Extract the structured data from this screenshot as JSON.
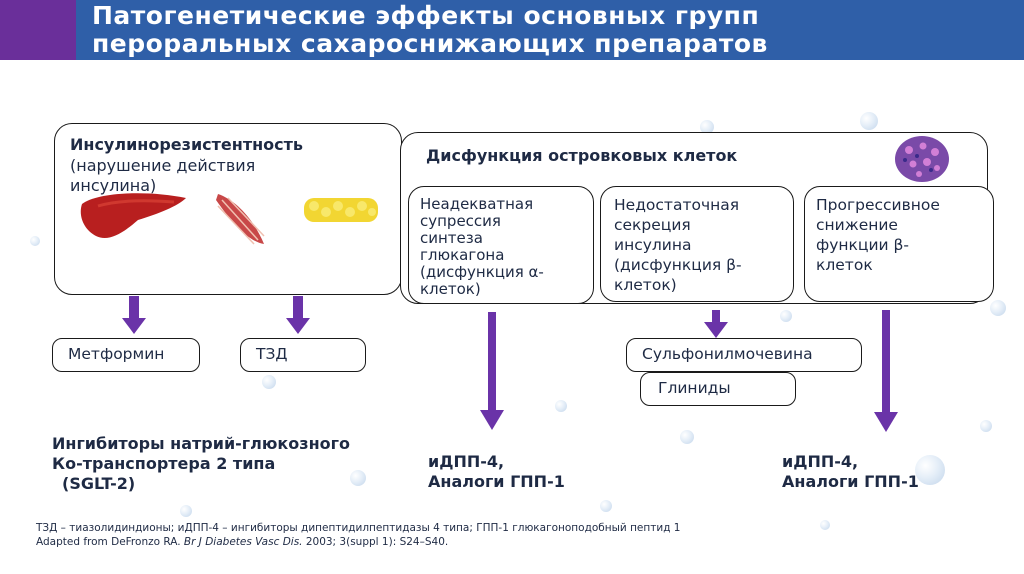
{
  "title": {
    "line1": "Патогенетические эффекты основных групп",
    "line2": "пероральных сахароснижающих препаратов"
  },
  "insulin_box": {
    "line1": "Инсулинорезистентность",
    "line2": "(нарушение действия",
    "line3": "инсулина)",
    "icons": [
      "liver-icon",
      "muscle-icon",
      "fat-tissue-icon"
    ]
  },
  "islet_box": {
    "title": "Дисфункция островковых клеток",
    "icon": "islet-cell-icon"
  },
  "alpha_box": {
    "l1": "Неадекватная",
    "l2": "супрессия",
    "l3": "синтеза",
    "l4": "глюкагона",
    "l5": "(дисфункция α-",
    "l6": "клеток)"
  },
  "beta_box": {
    "l1": "Недостаточная",
    "l2": "секреция",
    "l3": "инсулина",
    "l4": "(дисфункция β-",
    "l5": "клеток)"
  },
  "progressive_box": {
    "l1": "Прогрессивное",
    "l2": "снижение",
    "l3": "функции β-",
    "l4": "клеток"
  },
  "drugs": {
    "metformin": "Метформин",
    "tzd": "ТЗД",
    "sulfonylurea": "Сульфонилмочевина",
    "glinides": "Глиниды",
    "sglt_l1": "Ингибиторы натрий-глюкозного",
    "sglt_l2": "Ко-транспортера 2 типа",
    "sglt_l3": "(SGLT-2)",
    "dpp_mid_l1": "иДПП-4,",
    "dpp_mid_l2": "Аналоги ГПП-1",
    "dpp_right_l1": "иДПП-4,",
    "dpp_right_l2": "Аналоги ГПП-1"
  },
  "footnote": {
    "line1": "ТЗД – тиазолидиндионы; иДПП-4 – ингибиторы дипептидилпептидазы 4 типа; ГПП-1 глюкагоноподобный пептид 1",
    "line2_pre": "Adapted from DeFronzo RA. ",
    "line2_journal": "Br J Diabetes Vasc Dis.",
    "line2_post": " 2003; 3(suppl 1): S24–S40."
  },
  "colors": {
    "header": "#2f5fa8",
    "accent": "#6a2f9a",
    "arrow": "#6a33a8",
    "text": "#1e2a44"
  }
}
